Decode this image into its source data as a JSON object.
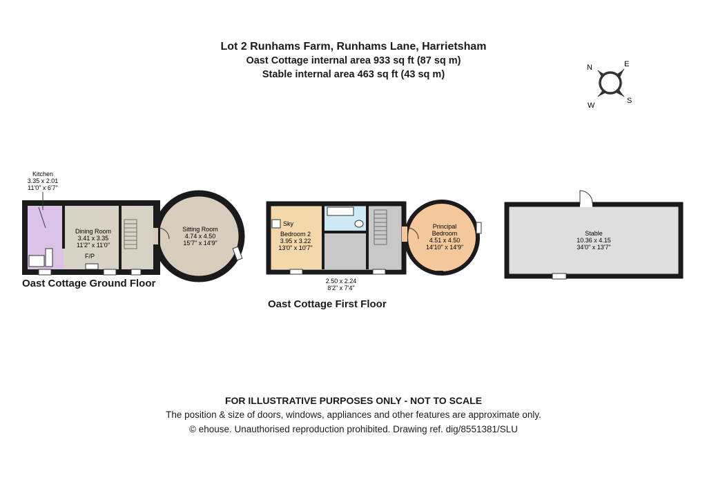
{
  "header": {
    "title": "Lot 2 Runhams Farm, Runhams Lane, Harrietsham",
    "cottage_area": "Oast Cottage internal area 933 sq ft (87 sq m)",
    "stable_area": "Stable internal area 463 sq ft (43 sq m)"
  },
  "compass": {
    "n": "N",
    "e": "E",
    "s": "S",
    "w": "W"
  },
  "ground_floor": {
    "label": "Oast Cottage Ground Floor",
    "kitchen": {
      "name": "Kitchen",
      "metric": "3.35 x 2.01",
      "imperial": "11'0\" x 6'7\""
    },
    "dining": {
      "name": "Dining Room",
      "metric": "3.41 x 3.35",
      "imperial": "11'2\" x 11'0\"",
      "fp": "F/P"
    },
    "sitting": {
      "name": "Sitting Room",
      "metric": "4.74 x 4.50",
      "imperial": "15'7\" x 14'9\""
    }
  },
  "first_floor": {
    "label": "Oast Cottage First Floor",
    "bedroom2": {
      "sky": "Sky",
      "name": "Bedroom 2",
      "metric": "3.95 x 3.22",
      "imperial": "13'0\" x 10'7\""
    },
    "landing": {
      "metric": "2.50 x 2.24",
      "imperial": "8'2\" x 7'4\""
    },
    "principal": {
      "name1": "Principal",
      "name2": "Bedroom",
      "metric": "4.51 x 4.50",
      "imperial": "14'10\" x 14'9\""
    }
  },
  "stable": {
    "name": "Stable",
    "metric": "10.36 x 4.15",
    "imperial": "34'0\" x 13'7\""
  },
  "footer": {
    "disclaimer": "FOR ILLUSTRATIVE PURPOSES ONLY - NOT TO SCALE",
    "note": "The position & size of doors, windows, appliances and other features are approximate only.",
    "copyright": "© ehouse. Unauthorised reproduction prohibited. Drawing ref. dig/8551381/SLU"
  },
  "colors": {
    "wall": "#1a1a1a",
    "kitchen": "#d9c2e6",
    "dining": "#d6d2c4",
    "sitting": "#d6cdbc",
    "bedroom2": "#f4d7ab",
    "principal": "#f4c89a",
    "bathroom": "#cce9f5",
    "landing": "#c8c8c8",
    "stable": "#dedede"
  }
}
